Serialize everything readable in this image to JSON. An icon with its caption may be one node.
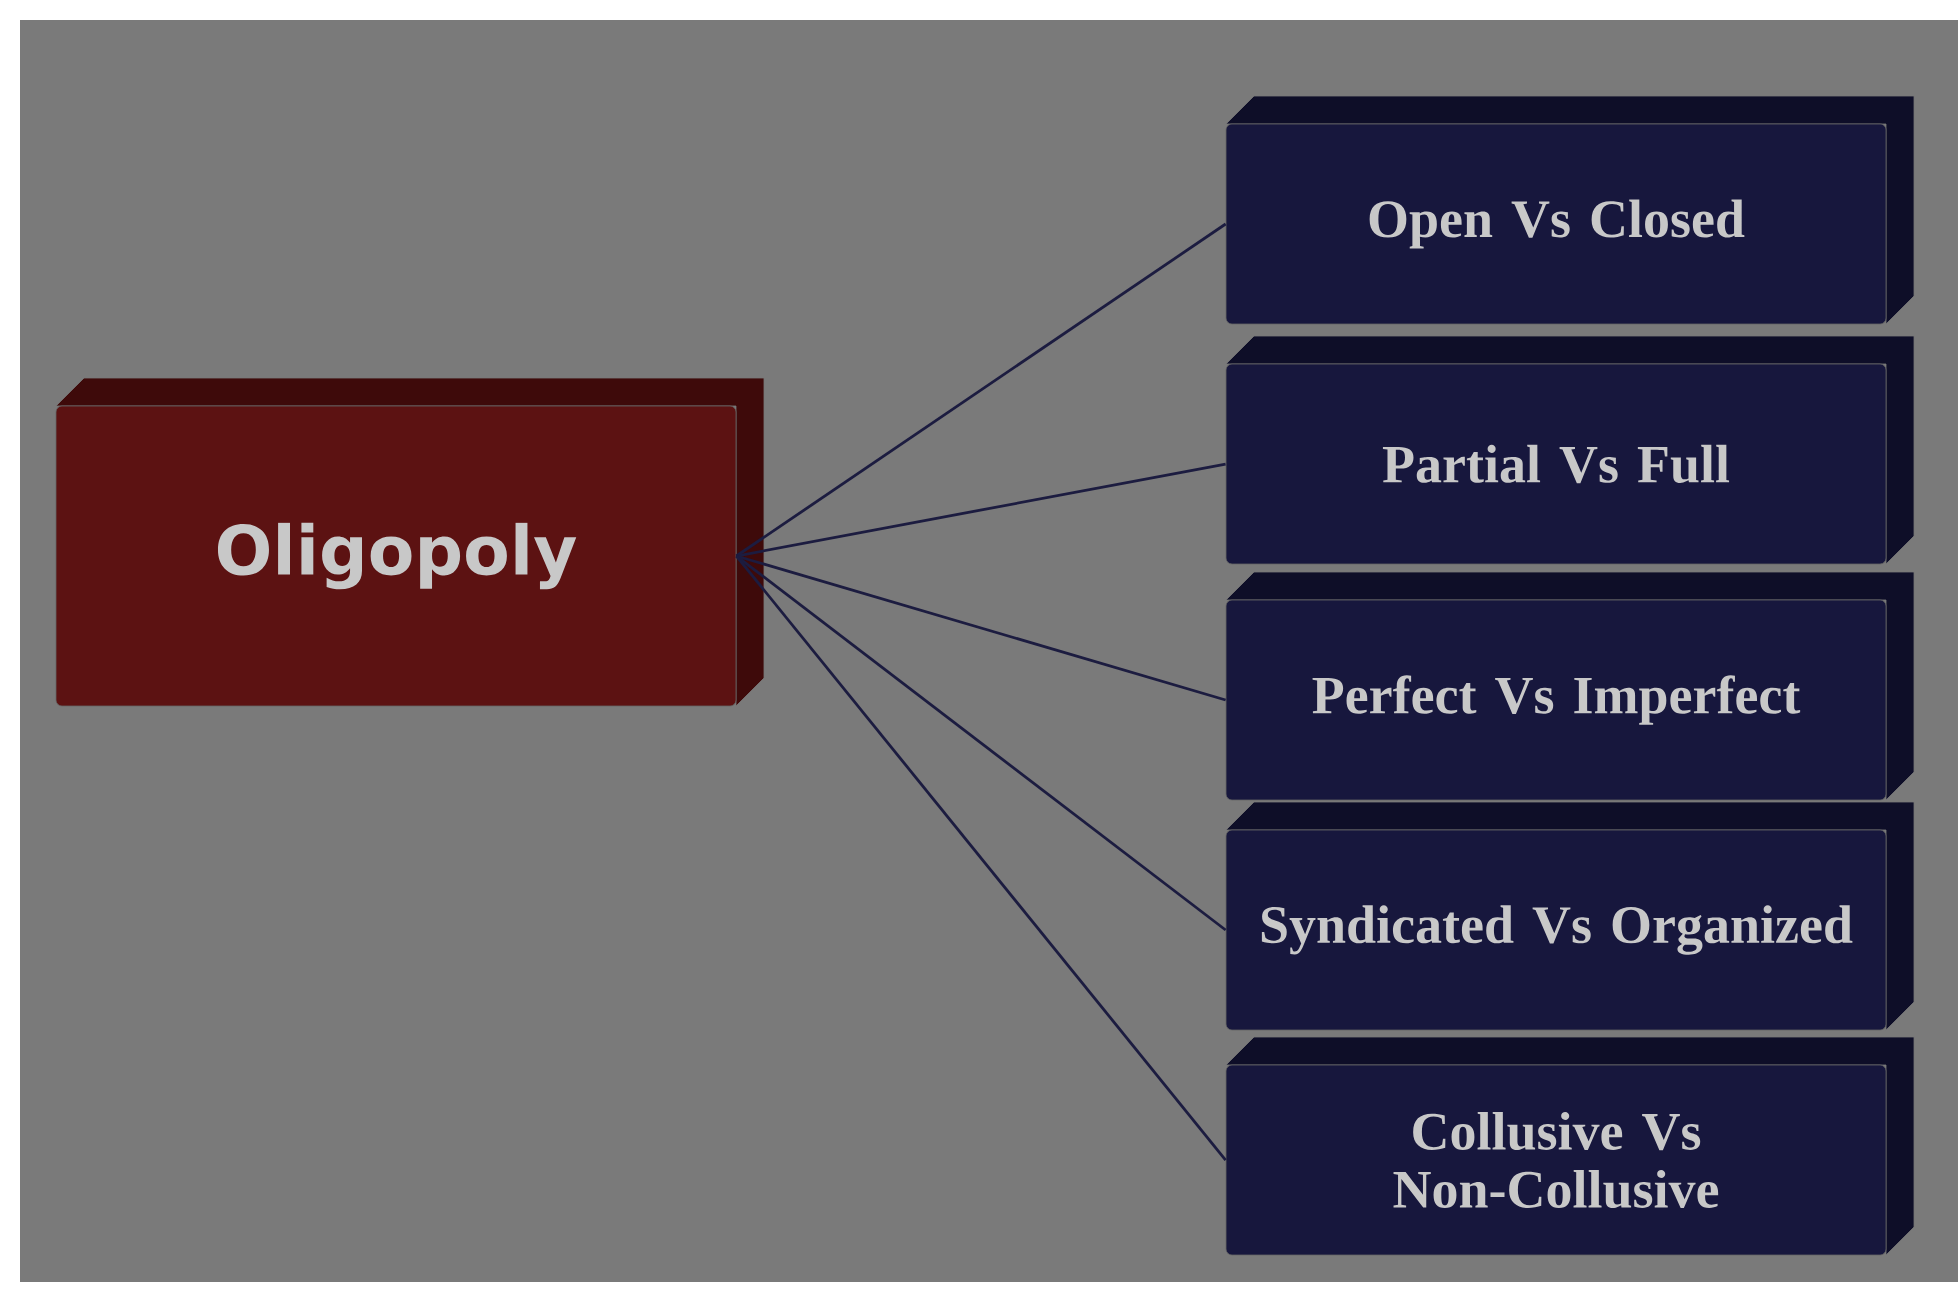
{
  "diagram": {
    "nodes": [
      {
        "text": [
          "Oligopoly"
        ]
      },
      {
        "text": [
          "Open Vs Closed"
        ]
      },
      {
        "text": [
          "Partial Vs Full"
        ]
      },
      {
        "text": [
          "Perfect Vs Imperfect"
        ]
      },
      {
        "text": [
          "Syndicated Vs Organized"
        ]
      },
      {
        "text": [
          "Collusive Vs Non-Collusive"
        ]
      }
    ],
    "edges": [
      {
        "from": 0,
        "to": 1,
        "arrow": "none"
      },
      {
        "from": 0,
        "to": 2,
        "arrow": "none"
      },
      {
        "from": 0,
        "to": 3,
        "arrow": "none"
      },
      {
        "from": 0,
        "to": 4,
        "arrow": "none"
      },
      {
        "from": 0,
        "to": 5,
        "arrow": "none"
      }
    ]
  }
}
